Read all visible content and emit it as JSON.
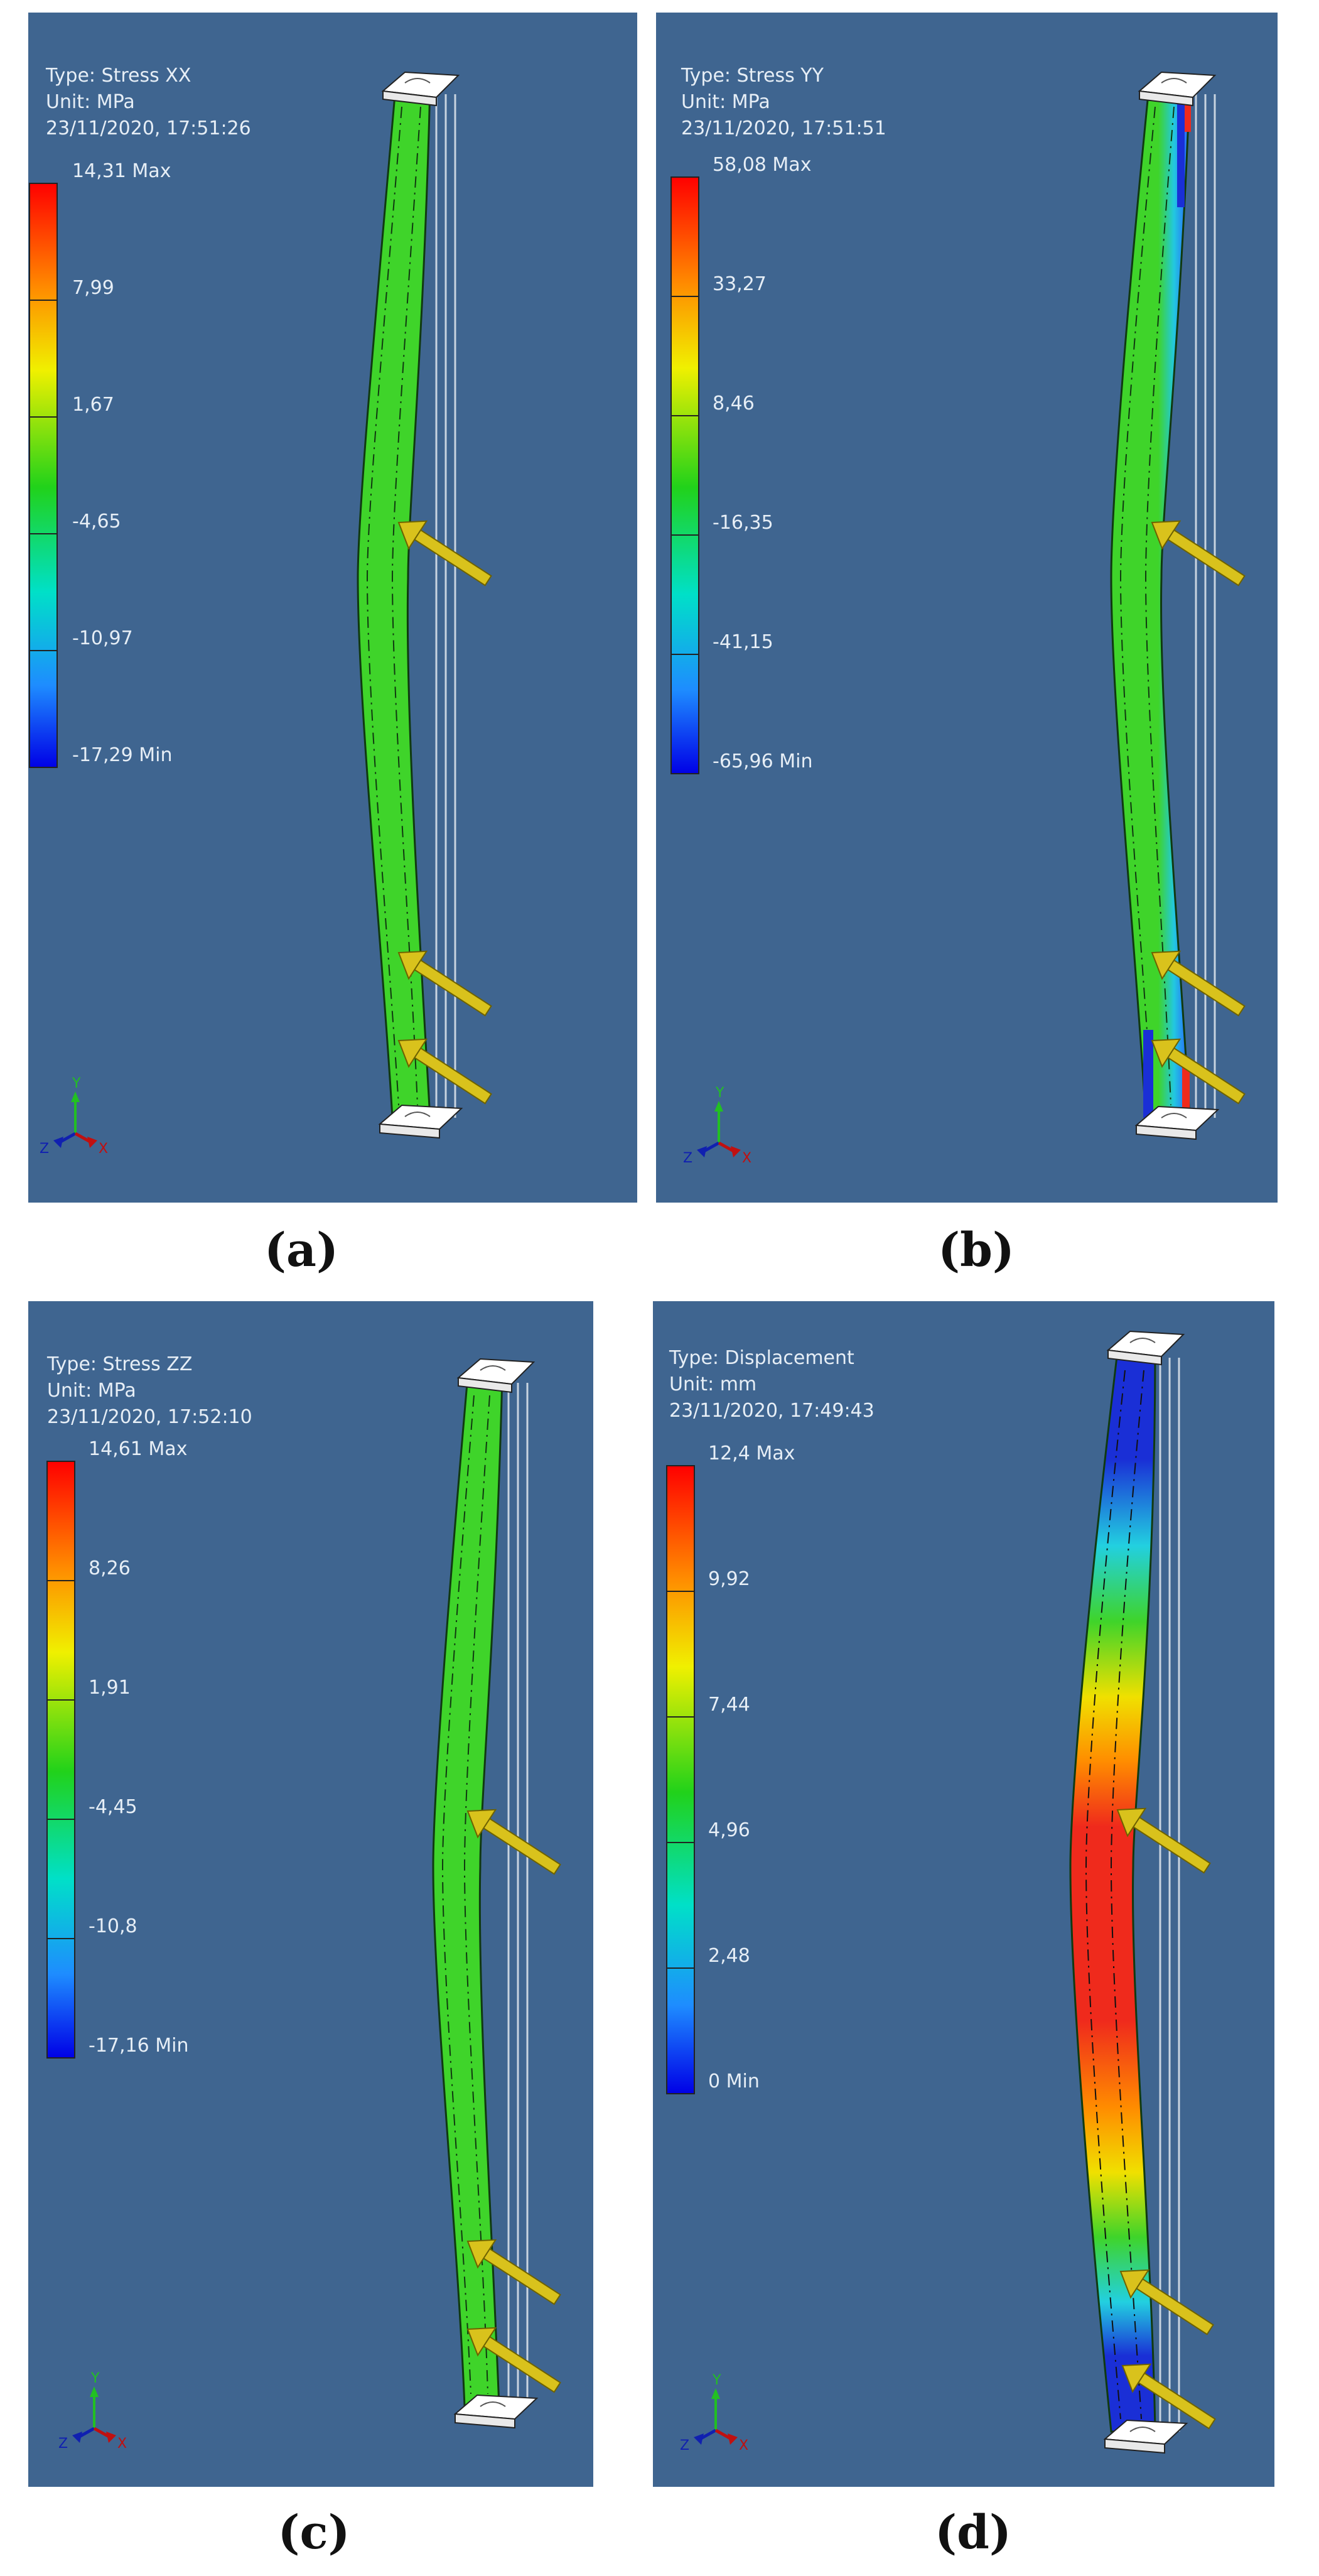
{
  "panels": [
    {
      "id": "a",
      "caption": "(a)",
      "type_line": "Type: Stress XX",
      "unit_line": "Unit: MPa",
      "date_line": "23/11/2020, 17:51:26",
      "legend": [
        "14,31 Max",
        "7,99",
        "1,67",
        "-4,65",
        "-10,97",
        "-17,29 Min"
      ],
      "colormap": "stress-green"
    },
    {
      "id": "b",
      "caption": "(b)",
      "type_line": "Type: Stress YY",
      "unit_line": "Unit: MPa",
      "date_line": "23/11/2020, 17:51:51",
      "legend": [
        "58,08 Max",
        "33,27",
        "8,46",
        "-16,35",
        "-41,15",
        "-65,96 Min"
      ],
      "colormap": "stress-green-blue"
    },
    {
      "id": "c",
      "caption": "(c)",
      "type_line": "Type: Stress ZZ",
      "unit_line": "Unit: MPa",
      "date_line": "23/11/2020, 17:52:10",
      "legend": [
        "14,61 Max",
        "8,26",
        "1,91",
        "-4,45",
        "-10,8",
        "-17,16 Min"
      ],
      "colormap": "stress-green"
    },
    {
      "id": "d",
      "caption": "(d)",
      "type_line": "Type: Displacement",
      "unit_line": "Unit: mm",
      "date_line": "23/11/2020, 17:49:43",
      "legend": [
        "12,4 Max",
        "9,92",
        "7,44",
        "4,96",
        "2,48",
        "0 Min"
      ],
      "colormap": "displacement"
    }
  ],
  "axis_labels": {
    "y": "Y",
    "z": "Z",
    "x": "X"
  },
  "colors": {
    "background": "#3f6590",
    "arrow": "#d9c21c",
    "beam_green": "#3fd42a",
    "beam_blue": "#1a2fd6",
    "beam_red": "#ef2a1c"
  }
}
